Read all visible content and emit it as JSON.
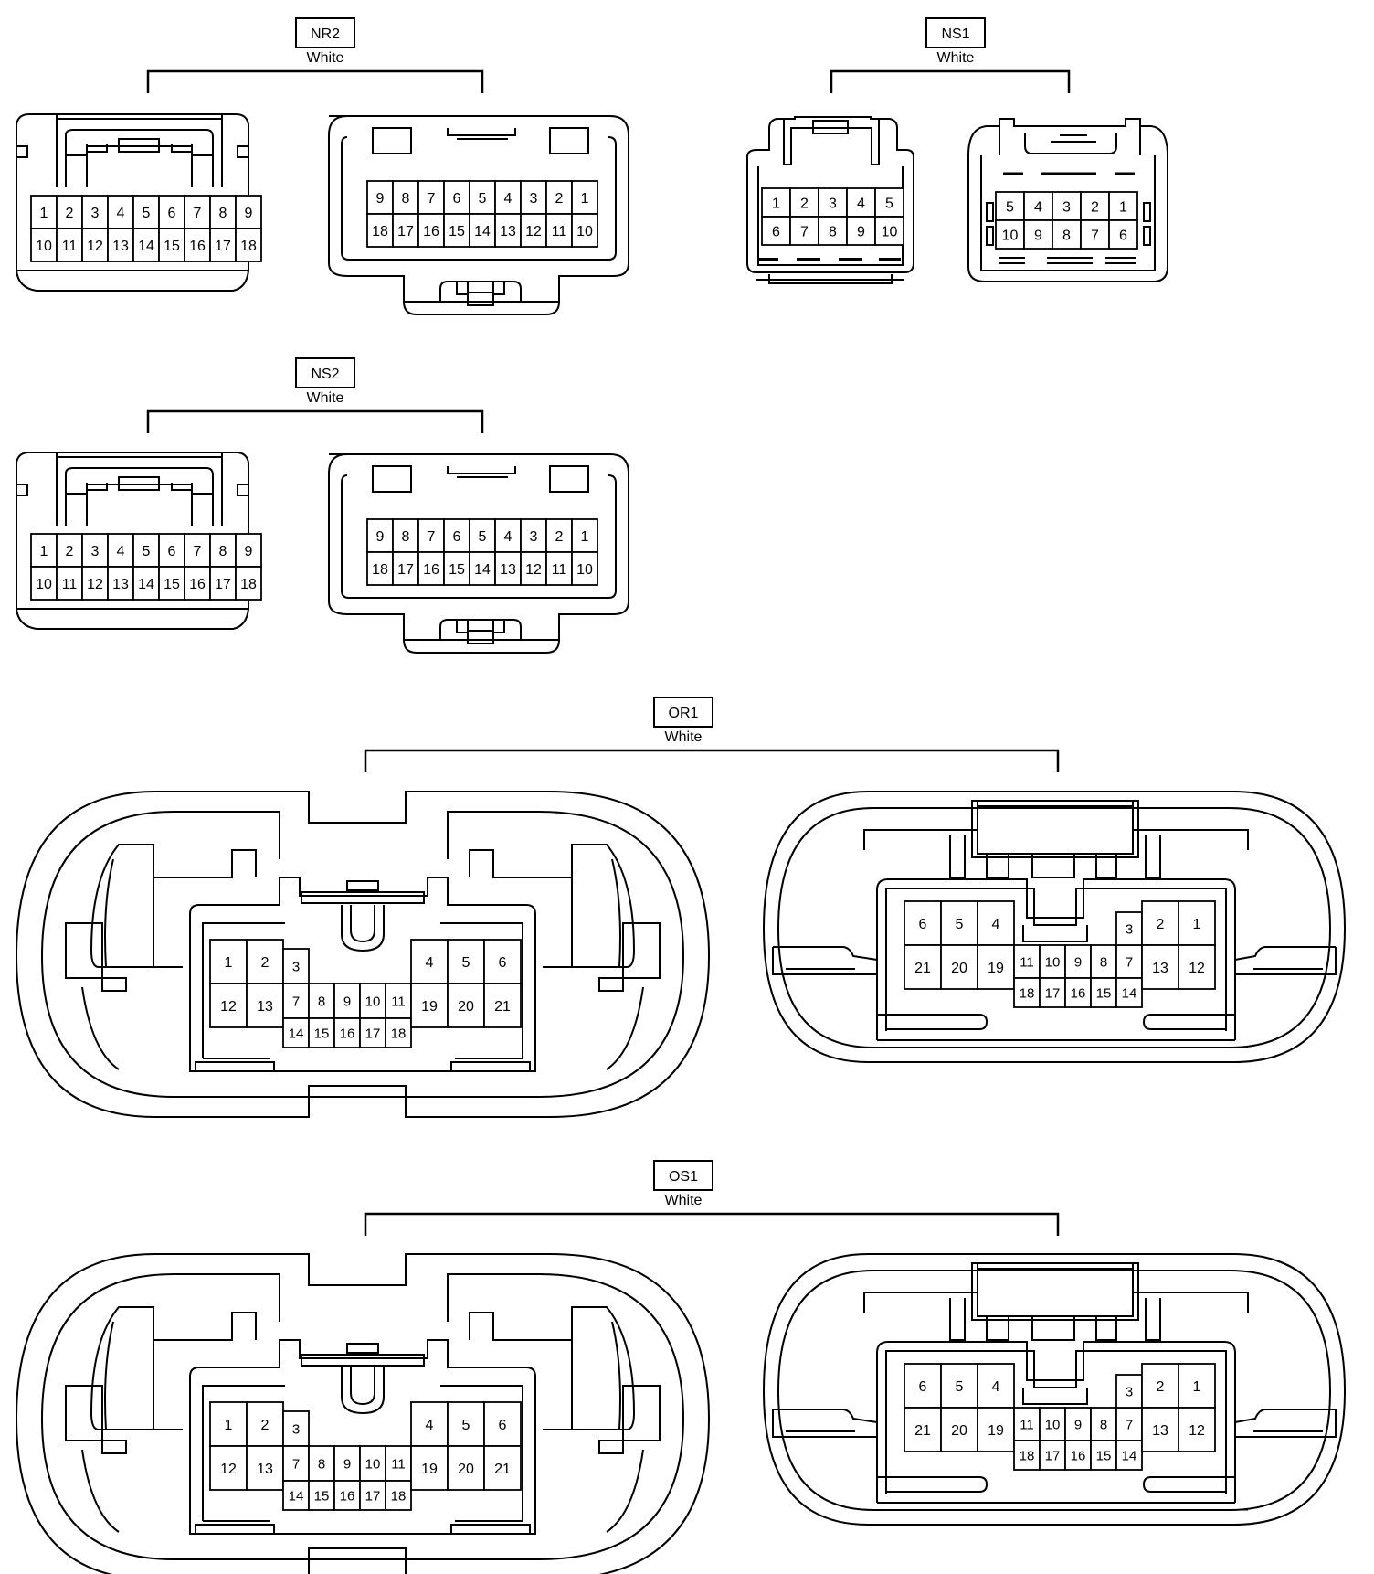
{
  "connectors": [
    {
      "id": "nr2",
      "label": "NR2",
      "color": "White"
    },
    {
      "id": "ns1",
      "label": "NS1",
      "color": "White"
    },
    {
      "id": "ns2",
      "label": "NS2",
      "color": "White"
    },
    {
      "id": "or1",
      "label": "OR1",
      "color": "White"
    },
    {
      "id": "os1",
      "label": "OS1",
      "color": "White"
    }
  ],
  "pins": {
    "n18_male_top": [
      "1",
      "2",
      "3",
      "4",
      "5",
      "6",
      "7",
      "8",
      "9"
    ],
    "n18_male_bottom": [
      "10",
      "11",
      "12",
      "13",
      "14",
      "15",
      "16",
      "17",
      "18"
    ],
    "n18_female_top": [
      "9",
      "8",
      "7",
      "6",
      "5",
      "4",
      "3",
      "2",
      "1"
    ],
    "n18_female_bottom": [
      "18",
      "17",
      "16",
      "15",
      "14",
      "13",
      "12",
      "11",
      "10"
    ],
    "ns1_left_top": [
      "1",
      "2",
      "3",
      "4",
      "5"
    ],
    "ns1_left_bottom": [
      "6",
      "7",
      "8",
      "9",
      "10"
    ],
    "ns1_right_top": [
      "5",
      "4",
      "3",
      "2",
      "1"
    ],
    "ns1_right_bottom": [
      "10",
      "9",
      "8",
      "7",
      "6"
    ],
    "o21_left_a_top": [
      "1",
      "2"
    ],
    "o21_left_a_bottom": [
      "12",
      "13"
    ],
    "o21_left_mid_single": [
      "3"
    ],
    "o21_left_mid_row": [
      "7",
      "8",
      "9",
      "10",
      "11"
    ],
    "o21_left_mid_bottom": [
      "14",
      "15",
      "16",
      "17",
      "18"
    ],
    "o21_left_b_top": [
      "4",
      "5",
      "6"
    ],
    "o21_left_b_bottom": [
      "19",
      "20",
      "21"
    ],
    "o21_right_a_top": [
      "6",
      "5",
      "4"
    ],
    "o21_right_a_bottom": [
      "21",
      "20",
      "19"
    ],
    "o21_right_mid_row": [
      "11",
      "10",
      "9",
      "8"
    ],
    "o21_right_mid_single": [
      "7"
    ],
    "o21_right_mid_3": [
      "3"
    ],
    "o21_right_mid_bottom": [
      "18",
      "17",
      "16",
      "15",
      "14"
    ],
    "o21_right_b_top": [
      "2",
      "1"
    ],
    "o21_right_b_bottom": [
      "13",
      "12"
    ]
  }
}
